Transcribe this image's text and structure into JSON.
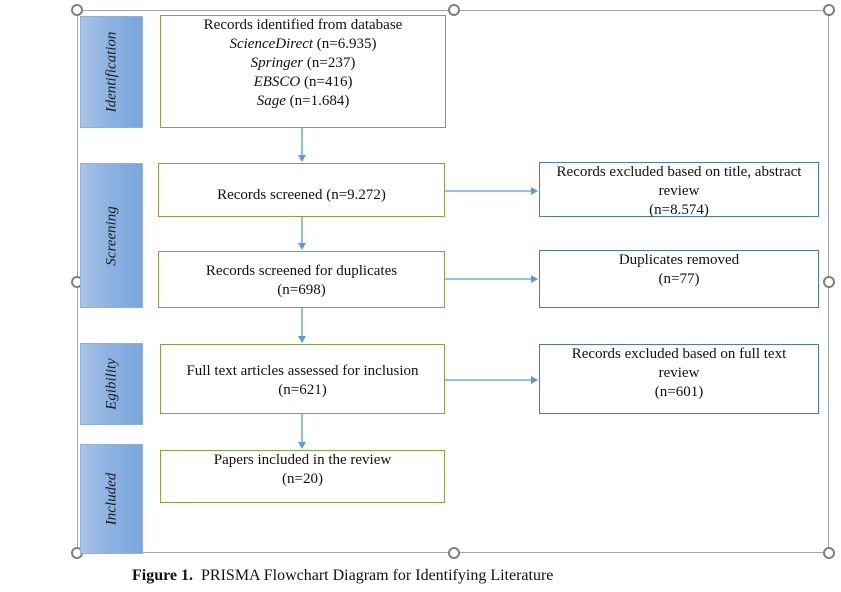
{
  "stages": {
    "identification": "Identification",
    "screening": "Screening",
    "eligibility": "Egibility",
    "included": "Included"
  },
  "identification_box": {
    "title": "Records identified from database",
    "sources": [
      {
        "name": "ScienceDirect",
        "count": "(n=6.935)"
      },
      {
        "name": "Springer",
        "count": "(n=237)"
      },
      {
        "name": "EBSCO",
        "count": "(n=416)"
      },
      {
        "name": "Sage",
        "count": "(n=1.684)"
      }
    ]
  },
  "screened_box": {
    "line1": "Records screened (n=9.272)"
  },
  "duplicates_screen_box": {
    "line1": "Records screened for duplicates",
    "line2": "(n=698)"
  },
  "fulltext_box": {
    "line1": "Full text articles assessed for inclusion",
    "line2": "(n=621)"
  },
  "included_box": {
    "line1": "Papers included in the review",
    "line2": "(n=20)"
  },
  "excluded_title_box": {
    "line1": "Records excluded based on title, abstract",
    "line2": "review",
    "line3": "(n=8.574)"
  },
  "duplicates_removed_box": {
    "line1": "Duplicates removed",
    "line2": "(n=77)"
  },
  "excluded_fulltext_box": {
    "line1": "Records excluded based on full text",
    "line2": "review",
    "line3": "(n=601)"
  },
  "caption": {
    "label": "Figure 1.",
    "text": "PRISMA Flowchart Diagram for Identifying Literature"
  },
  "colors": {
    "stage_fill": "#8db3e2",
    "green_border": "#7aa84a",
    "blue_border": "#4a78c4",
    "arrow": "#5b9bd5"
  }
}
